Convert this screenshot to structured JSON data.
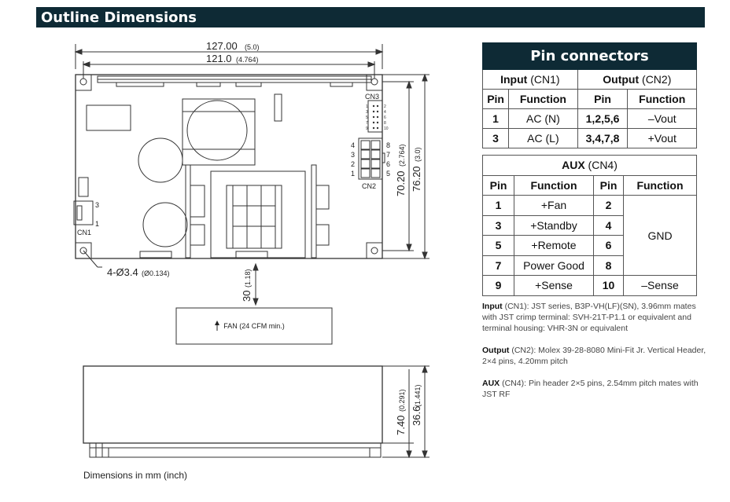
{
  "header": {
    "title": "Outline Dimensions"
  },
  "drawing": {
    "overall_width": "127.00",
    "overall_width_inch": "(5.0)",
    "mount_width": "121.0",
    "mount_width_inch": "(4.764)",
    "mount_height": "70.20",
    "mount_height_inch": "(2.764)",
    "overall_height": "76.20",
    "overall_height_inch": "(3.0)",
    "hole_label": "4-Ø3.4",
    "hole_label_inch": "(Ø0.134)",
    "fan_distance": "30",
    "fan_distance_inch": "(1.18)",
    "fan_label": "FAN (24 CFM min.)",
    "pcb_height": "7.40",
    "pcb_height_inch": "(0.291)",
    "total_height": "36.6",
    "total_height_inch": "(1.441)",
    "cn1_label": "CN1",
    "cn1_pin_top": "3",
    "cn1_pin_bottom": "1",
    "cn2_label": "CN2",
    "cn2_left_pins": [
      "4",
      "3",
      "2",
      "1"
    ],
    "cn2_right_pins": [
      "8",
      "7",
      "6",
      "5"
    ],
    "cn3_label": "CN3",
    "cn3_left_pins": [
      "1",
      "3",
      "5",
      "7",
      "9"
    ],
    "cn3_right_pins": [
      "2",
      "4",
      "6",
      "8",
      "10"
    ]
  },
  "pin_connectors": {
    "title": "Pin connectors",
    "input_title": "Input",
    "input_ref": "(CN1)",
    "output_title": "Output",
    "output_ref": "(CN2)",
    "col_pin": "Pin",
    "col_function": "Function",
    "rows": [
      {
        "in_pin": "1",
        "in_func": "AC (N)",
        "out_pin": "1,2,5,6",
        "out_func": "–Vout"
      },
      {
        "in_pin": "3",
        "in_func": "AC (L)",
        "out_pin": "3,4,7,8",
        "out_func": "+Vout"
      }
    ]
  },
  "aux": {
    "title": "AUX",
    "ref": "(CN4)",
    "col_pin": "Pin",
    "col_function": "Function",
    "rows": [
      {
        "pin": "1",
        "func": "+Fan",
        "pin2": "2"
      },
      {
        "pin": "3",
        "func": "+Standby",
        "pin2": "4"
      },
      {
        "pin": "5",
        "func": "+Remote",
        "pin2": "6"
      },
      {
        "pin": "7",
        "func": "Power Good",
        "pin2": "8"
      },
      {
        "pin": "9",
        "func": "+Sense",
        "pin2": "10",
        "func2": "–Sense"
      }
    ],
    "gnd": "GND"
  },
  "notes": {
    "input_label": "Input",
    "input_ref": "(CN1):",
    "input_text": "JST series, B3P-VH(LF)(SN), 3.96mm mates with JST crimp terminal: SVH-21T-P1.1 or equivalent and terminal housing: VHR-3N or equivalent",
    "output_label": "Output",
    "output_ref": "(CN2):",
    "output_text": "Molex 39-28-8080 Mini-Fit Jr. Vertical Header, 2×4 pins, 4.20mm pitch",
    "aux_label": "AUX",
    "aux_ref": "(CN4):",
    "aux_text": "Pin header 2×5 pins, 2.54mm pitch mates with JST RF"
  },
  "footnote": "Dimensions in mm (inch)"
}
